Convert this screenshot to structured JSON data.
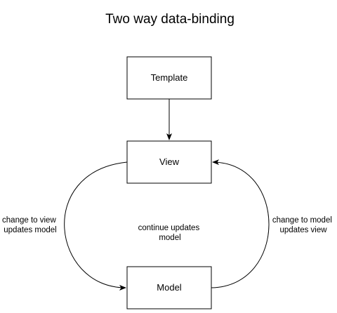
{
  "title": "Two way data-binding",
  "nodes": {
    "template": "Template",
    "view": "View",
    "model": "Model"
  },
  "labels": {
    "left": [
      "change to view",
      "updates model"
    ],
    "center": [
      "continue updates",
      "model"
    ],
    "right": [
      "change to model",
      "updates view"
    ]
  },
  "colors": {
    "stroke": "#000000",
    "background": "#ffffff"
  }
}
